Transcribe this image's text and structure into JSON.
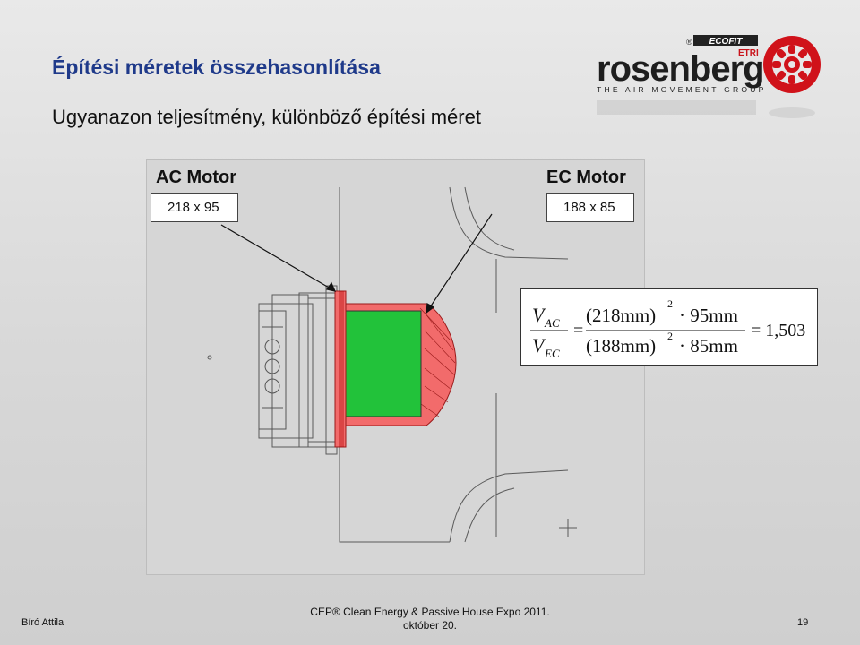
{
  "slide": {
    "title": "Építési méretek összehasonlítása",
    "subtitle": "Ugyanazon teljesítmény, különböző építési méret"
  },
  "logo": {
    "name": "rosenberg",
    "tagline": "THE AIR MOVEMENT GROUP",
    "badge1": "ECOFIT",
    "badge2": "ETRI",
    "registered": "®"
  },
  "diagram": {
    "ac": {
      "label": "AC Motor",
      "dimensions": "218 x 95"
    },
    "ec": {
      "label": "EC Motor",
      "dimensions": "188 x 85"
    },
    "colors": {
      "ac_fill": "#22c23a",
      "ec_fill": "#f26b6b",
      "frame": "#9a1a1a",
      "sketch": "#555555"
    }
  },
  "formula": {
    "lhs_top": "V",
    "lhs_top_sub": "AC",
    "lhs_bottom": "V",
    "lhs_bottom_sub": "EC",
    "eq": "=",
    "num_paren": "(218mm)",
    "num_exp": "2",
    "num_rest": "· 95mm",
    "den_paren": "(188mm)",
    "den_exp": "2",
    "den_rest": "· 85mm",
    "result": "= 1,503"
  },
  "footer": {
    "author": "Bíró Attila",
    "event_line1": "CEP® Clean Energy & Passive House Expo 2011.",
    "event_line2": "október 20.",
    "page": "19"
  }
}
